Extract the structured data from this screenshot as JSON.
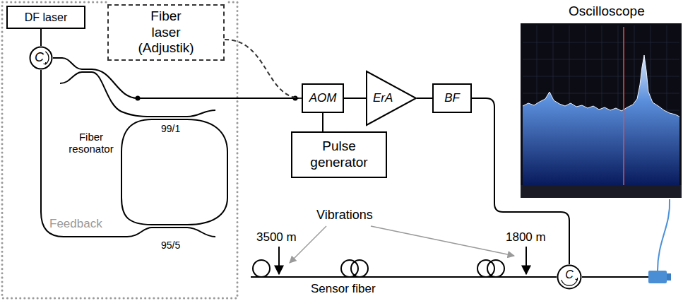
{
  "diagram": {
    "nodes": [
      {
        "text": [
          "DF laser"
        ]
      },
      {
        "text": [
          "C"
        ]
      },
      {
        "text": [
          "Fiber laser (Adjustik)"
        ]
      },
      {
        "text": [
          "AOM"
        ]
      },
      {
        "text": [
          "Pulse generator"
        ]
      },
      {
        "text": [
          "ErA"
        ]
      },
      {
        "text": [
          "BF"
        ]
      },
      {
        "text": [
          "C"
        ]
      }
    ],
    "edges": [
      {
        "from": 0,
        "to": 1,
        "arrow": "none"
      },
      {
        "from": 1,
        "to": 3,
        "arrow": "none"
      },
      {
        "from": 2,
        "to": 3,
        "arrow": "none"
      },
      {
        "from": 4,
        "to": 3,
        "arrow": "none"
      },
      {
        "from": 3,
        "to": 5,
        "arrow": "none"
      },
      {
        "from": 5,
        "to": 6,
        "arrow": "none"
      },
      {
        "from": 6,
        "to": 7,
        "arrow": "none"
      }
    ],
    "labels": [
      "Fiber resonator",
      "99/1",
      "95/5",
      "Feedback",
      "Oscilloscope",
      "Vibrations",
      "3500 m",
      "1800 m",
      "Sensor fiber"
    ]
  }
}
